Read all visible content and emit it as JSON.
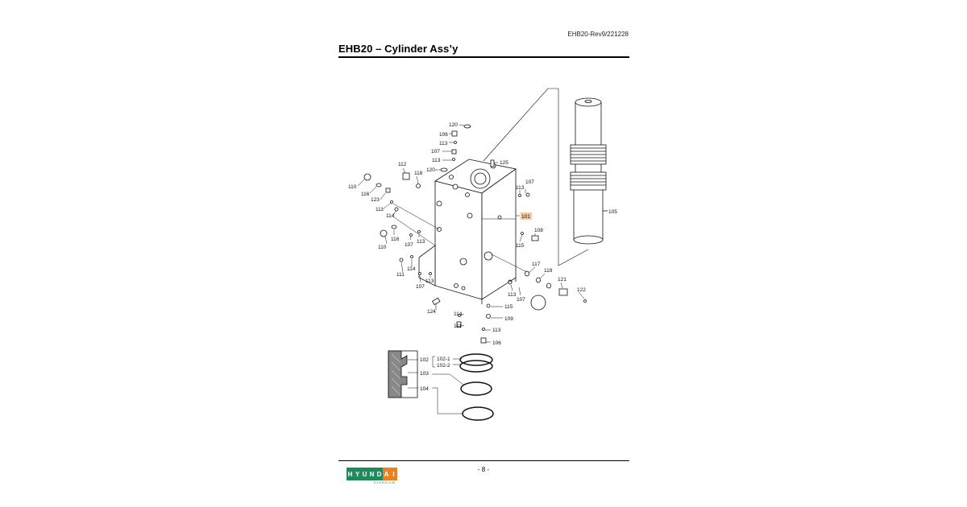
{
  "header": {
    "doc_code": "EHB20-Rev9/221228",
    "title": "EHB20 – Cylinder Ass’y"
  },
  "diagram": {
    "callouts": [
      "101",
      "102",
      "102-1",
      "102-2",
      "103",
      "104",
      "105",
      "106",
      "107",
      "108",
      "109",
      "110",
      "111",
      "112",
      "113",
      "114",
      "115",
      "116",
      "117",
      "118",
      "119",
      "120",
      "121",
      "122",
      "123",
      "124",
      "125"
    ],
    "highlighted_callout": "101"
  },
  "footer": {
    "page_number": "- 8 -",
    "logo_letters": [
      "H",
      "Y",
      "U",
      "N",
      "D",
      "A",
      "I"
    ],
    "logo_subtitle": "EVERDIGM",
    "logo_colors": {
      "green": "#1f8a5c",
      "orange": "#e8821e"
    }
  }
}
